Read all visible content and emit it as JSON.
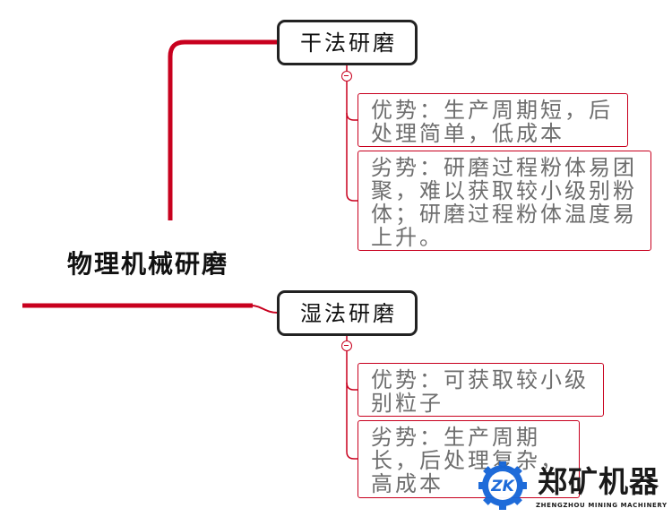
{
  "root": {
    "label": "物理机械研磨"
  },
  "branches": [
    {
      "label": "干法研磨",
      "toggle_icon": "collapse-minus-icon",
      "children": [
        {
          "lines": [
            "优势：生产周期短，后",
            "处理简单，低成本"
          ]
        },
        {
          "lines": [
            "劣势：研磨过程粉体易团",
            "聚，难以获取较小级别粉",
            "体；研磨过程粉体温度易",
            "上升。"
          ]
        }
      ]
    },
    {
      "label": "湿法研磨",
      "toggle_icon": "collapse-minus-icon",
      "children": [
        {
          "lines": [
            "优势：可获取较小级",
            "别粒子"
          ]
        },
        {
          "lines": [
            "劣势：生产周期",
            "长，后处理复杂，",
            "高成本"
          ]
        }
      ]
    }
  ],
  "logo": {
    "icon": "gear-logo-icon",
    "mark": "ZK",
    "name": "郑矿机器",
    "subtitle": "ZHENGZHOU MINING MACHINERY"
  },
  "colors": {
    "line": "#c8001e",
    "node_border": "#222222",
    "child_text": "#6e6e6e",
    "logo_blue": "#1565d8"
  }
}
